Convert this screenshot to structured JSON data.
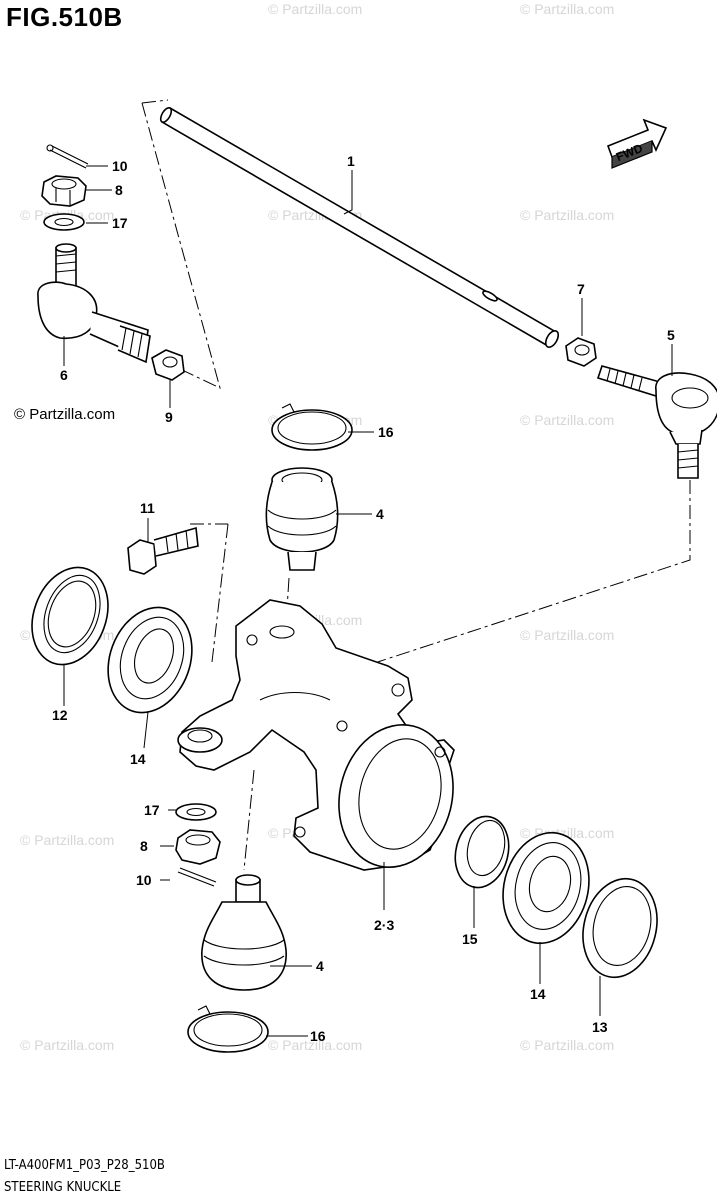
{
  "figure": {
    "title": "FIG.510B",
    "code": "LT-A400FM1_P03_P28_510B",
    "name": "STEERING KNUCKLE",
    "copyright": "© Partzilla.com",
    "fwd_label": "FWD",
    "watermark": "© Partzilla.com"
  },
  "callouts": {
    "c1": "1",
    "c4a": "4",
    "c4b": "4",
    "c5": "5",
    "c6": "6",
    "c7": "7",
    "c8a": "8",
    "c8b": "8",
    "c9": "9",
    "c10a": "10",
    "c10b": "10",
    "c11": "11",
    "c12": "12",
    "c13": "13",
    "c14a": "14",
    "c14b": "14",
    "c15": "15",
    "c16a": "16",
    "c16b": "16",
    "c17a": "17",
    "c17b": "17",
    "c23": "2·3"
  },
  "colors": {
    "ink": "#000000",
    "watermark": "#d6d6d6",
    "background": "#ffffff"
  }
}
